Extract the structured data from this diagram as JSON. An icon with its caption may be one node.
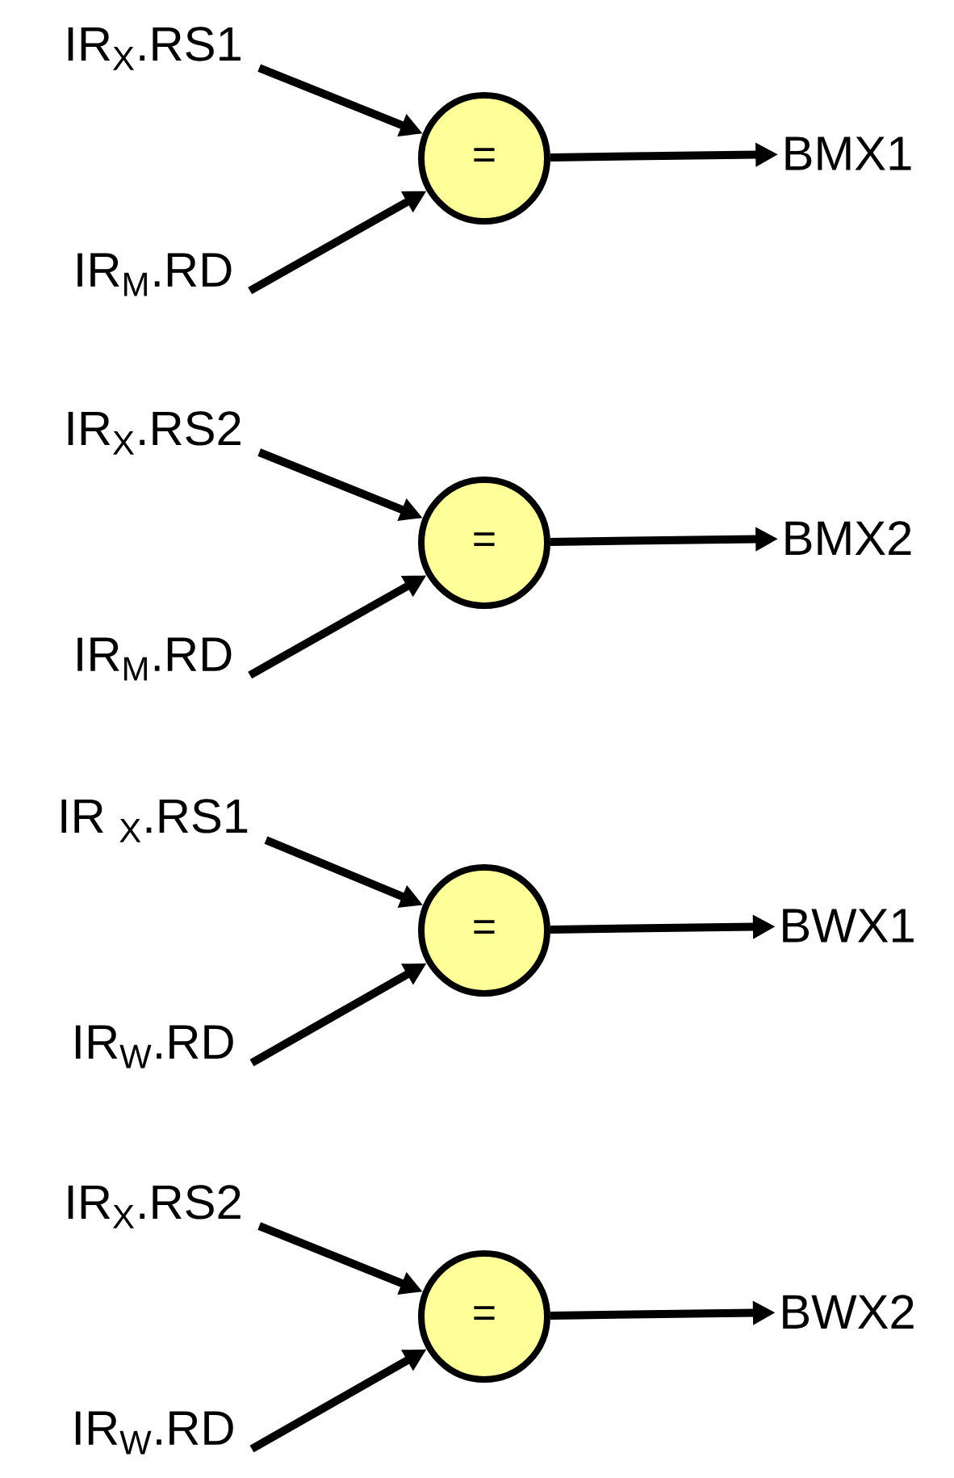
{
  "diagram": {
    "nodes": [
      {
        "text": [
          "IR$_{X}$.RS1"
        ]
      },
      {
        "text": [
          "IR$_{M}$.RD"
        ]
      },
      {
        "text": [
          "="
        ]
      },
      {
        "text": [
          "BMX1"
        ]
      },
      {
        "text": [
          "IR$_{X}$.RS2"
        ]
      },
      {
        "text": [
          "IR$_{M}$.RD"
        ]
      },
      {
        "text": [
          "="
        ]
      },
      {
        "text": [
          "BMX2"
        ]
      },
      {
        "text": [
          "IR $_{X}$.RS1"
        ]
      },
      {
        "text": [
          "IR$_{W}$.RD"
        ]
      },
      {
        "text": [
          "="
        ]
      },
      {
        "text": [
          "BWX1"
        ]
      },
      {
        "text": [
          "IR$_{X}$.RS2"
        ]
      },
      {
        "text": [
          "IR$_{W}$.RD"
        ]
      },
      {
        "text": [
          "="
        ]
      },
      {
        "text": [
          "BWX2"
        ]
      }
    ],
    "edges": [
      {
        "from": 0,
        "to": 2,
        "arrow": "to"
      },
      {
        "from": 1,
        "to": 2,
        "arrow": "to"
      },
      {
        "from": 2,
        "to": 3,
        "arrow": "to"
      },
      {
        "from": 4,
        "to": 6,
        "arrow": "to"
      },
      {
        "from": 5,
        "to": 6,
        "arrow": "to"
      },
      {
        "from": 6,
        "to": 7,
        "arrow": "to"
      },
      {
        "from": 8,
        "to": 10,
        "arrow": "to"
      },
      {
        "from": 9,
        "to": 10,
        "arrow": "to"
      },
      {
        "from": 10,
        "to": 11,
        "arrow": "to"
      },
      {
        "from": 12,
        "to": 14,
        "arrow": "to"
      },
      {
        "from": 13,
        "to": 14,
        "arrow": "to"
      },
      {
        "from": 14,
        "to": 15,
        "arrow": "to"
      }
    ]
  }
}
